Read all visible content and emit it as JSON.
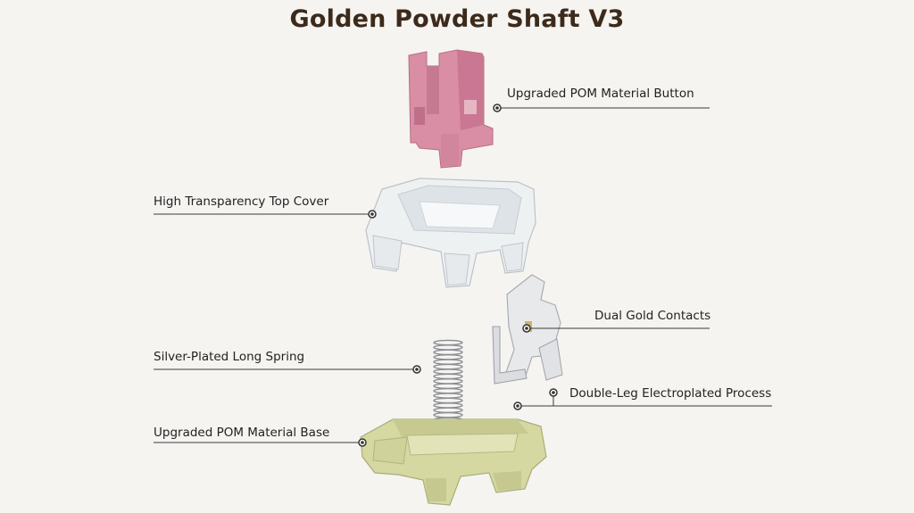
{
  "title": "Golden Powder Shaft V3",
  "colors": {
    "button": "#d990a6",
    "button_dark": "#bf7189",
    "base": "#d7d9a4",
    "base_dark": "#b9bd83",
    "line": "#333333",
    "title": "#3c2a1b"
  },
  "labels": {
    "button": "Upgraded POM Material Button",
    "top_cover": "High Transparency Top Cover",
    "contacts": "Dual Gold Contacts",
    "spring": "Silver-Plated Long Spring",
    "legs": "Double-Leg Electroplated Process",
    "base": "Upgraded POM Material Base"
  }
}
